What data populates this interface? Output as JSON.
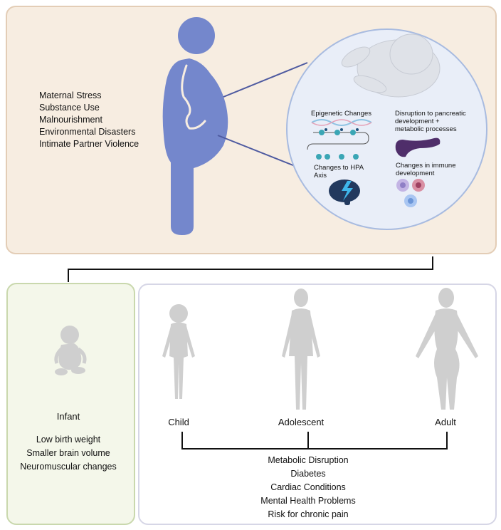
{
  "exposures": [
    "Maternal Stress",
    "Substance Use",
    "Malnourishment",
    "Environmental Disasters",
    "Intimate Partner Violence"
  ],
  "fetal_effects": {
    "epigenetic": "Epigenetic Changes",
    "pancreas_line1": "Disruption to pancreatic",
    "pancreas_line2": "development +",
    "pancreas_line3": "metabolic processes",
    "hpa_line1": "Changes to HPA",
    "hpa_line2": "Axis",
    "immune_line1": "Changes in immune",
    "immune_line2": "development"
  },
  "infant": {
    "label": "Infant",
    "outcomes": [
      "Low birth weight",
      "Smaller brain volume",
      "Neuromuscular changes"
    ]
  },
  "life_stages": {
    "child": "Child",
    "adolescent": "Adolescent",
    "adult": "Adult"
  },
  "later_outcomes": [
    "Metabolic Disruption",
    "Diabetes",
    "Cardiac Conditions",
    "Mental Health Problems",
    "Risk for chronic pain"
  ],
  "colors": {
    "figure_blue": "#7487cc",
    "top_bg": "#f7ede1",
    "infant_bg": "#f4f7ea",
    "silhouette_gray": "#cfcfcf",
    "brain_navy": "#22395e",
    "pancreas_purple": "#4f2e6a"
  }
}
